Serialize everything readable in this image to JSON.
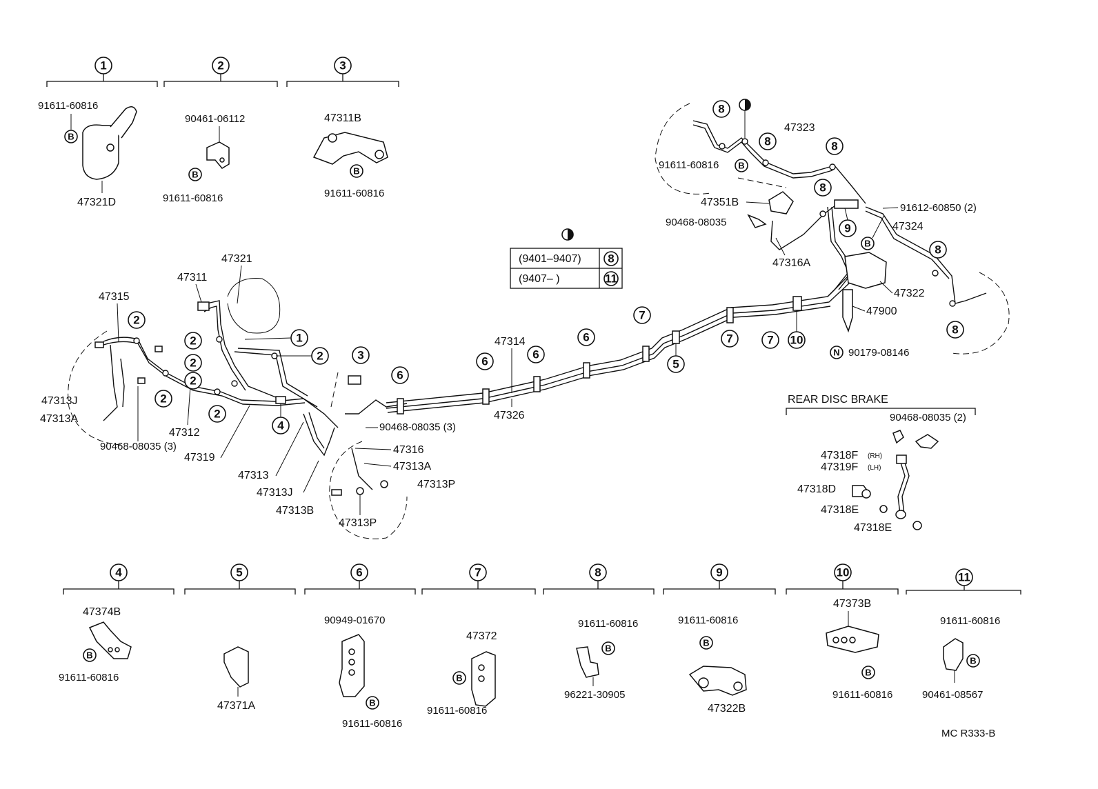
{
  "callouts": {
    "c1": "1",
    "c2": "2",
    "c3": "3",
    "c4": "4",
    "c5": "5",
    "c6": "6",
    "c7": "7",
    "c8": "8",
    "c9": "9",
    "c10": "10",
    "c11": "11",
    "b": "B",
    "n": "N"
  },
  "group1": {
    "p1": "91611-60816",
    "p2": "47321D"
  },
  "group2": {
    "p1": "90461-06112",
    "p2": "91611-60816"
  },
  "group3": {
    "p1": "47311B",
    "p2": "91611-60816"
  },
  "table": {
    "row1_range": "(9401–9407)",
    "row1_ref": "8",
    "row2_range": "(9407–      )",
    "row2_ref": "11"
  },
  "main": {
    "p47315": "47315",
    "p47311": "47311",
    "p47321": "47321",
    "p47313J_l": "47313J",
    "p47313A_l": "47313A",
    "p90468_l": "90468-08035 (3)",
    "p47312": "47312",
    "p47319": "47319",
    "p47313": "47313",
    "p47313J": "47313J",
    "p47313B": "47313B",
    "p47313P_a": "47313P",
    "p47313P_b": "47313P",
    "p47316": "47316",
    "p47313A": "47313A",
    "p90468_m": "90468-08035 (3)",
    "p47314": "47314",
    "p47326": "47326"
  },
  "rear": {
    "p47323": "47323",
    "p91611": "91611-60816",
    "p47351B": "47351B",
    "p90468": "90468-08035",
    "p47316A": "47316A",
    "p91612": "91612-60850 (2)",
    "p47324": "47324",
    "p47322": "47322",
    "p47900": "47900",
    "p90179": "90179-08146"
  },
  "disc": {
    "title": "REAR DISC BRAKE",
    "p90468": "90468-08035 (2)",
    "p47318F": "47318F",
    "rh": "(RH)",
    "p47319F": "47319F",
    "lh": "(LH)",
    "p47318D": "47318D",
    "p47318E_a": "47318E",
    "p47318E_b": "47318E"
  },
  "group4": {
    "p1": "47374B",
    "p2": "91611-60816"
  },
  "group5": {
    "p1": "47371A"
  },
  "group6": {
    "p1": "90949-01670",
    "p2": "91611-60816"
  },
  "group7": {
    "p1": "47372",
    "p2": "91611-60816"
  },
  "group8": {
    "p1": "91611-60816",
    "p2": "96221-30905"
  },
  "group9": {
    "p1": "91611-60816",
    "p2": "47322B"
  },
  "group10": {
    "p1": "47373B",
    "p2": "91611-60816"
  },
  "group11": {
    "p1": "91611-60816",
    "p2": "90461-08567"
  },
  "footer": {
    "code": "MC  R333-B"
  }
}
